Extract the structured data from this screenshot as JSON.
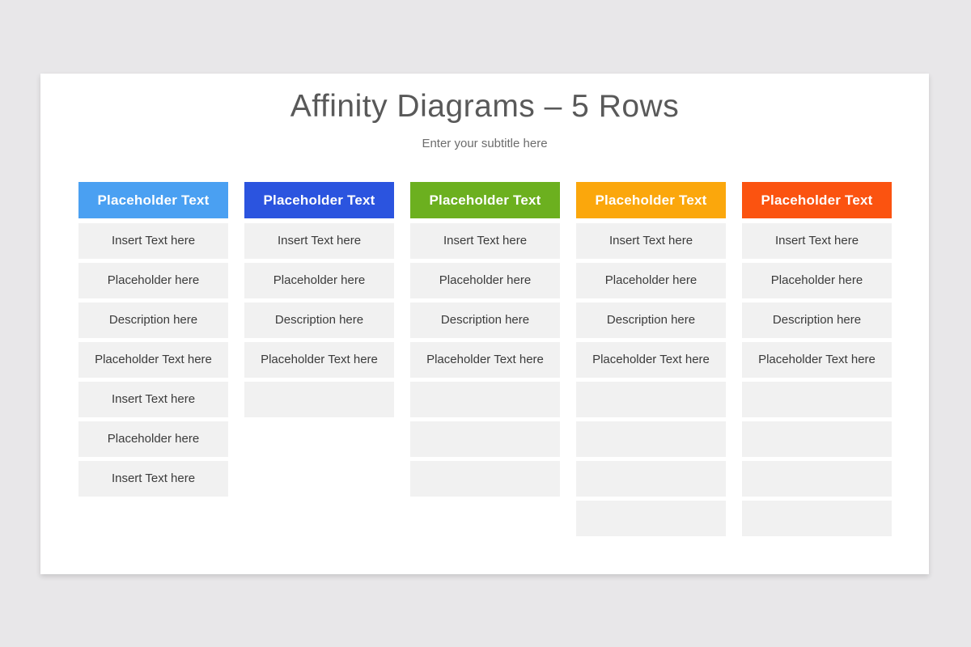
{
  "page": {
    "title": "Affinity Diagrams – 5 Rows",
    "subtitle": "Enter your subtitle here"
  },
  "colors": {
    "page_background": "#e8e7e9",
    "card_background": "#ffffff",
    "row_background": "#f1f1f1",
    "title_text": "#595959",
    "subtitle_text": "#6c6c6c",
    "row_text": "#3b3b3b",
    "header_text": "#ffffff"
  },
  "columns": [
    {
      "header": "Placeholder Text",
      "color": "#4aa0f2",
      "rows": [
        "Insert Text here",
        "Placeholder here",
        "Description here",
        "Placeholder Text here",
        "Insert Text here",
        "Placeholder here",
        "Insert Text here"
      ],
      "empty_rows": 0
    },
    {
      "header": "Placeholder Text",
      "color": "#2b54df",
      "rows": [
        "Insert Text here",
        "Placeholder here",
        "Description here",
        "Placeholder Text here"
      ],
      "empty_rows": 1
    },
    {
      "header": "Placeholder Text",
      "color": "#6cb01f",
      "rows": [
        "Insert Text here",
        "Placeholder here",
        "Description here",
        "Placeholder Text here"
      ],
      "empty_rows": 3
    },
    {
      "header": "Placeholder Text",
      "color": "#fba70c",
      "rows": [
        "Insert Text here",
        "Placeholder here",
        "Description here",
        "Placeholder Text here"
      ],
      "empty_rows": 4
    },
    {
      "header": "Placeholder Text",
      "color": "#fb5310",
      "rows": [
        "Insert Text here",
        "Placeholder here",
        "Description here",
        "Placeholder Text here"
      ],
      "empty_rows": 4
    }
  ]
}
